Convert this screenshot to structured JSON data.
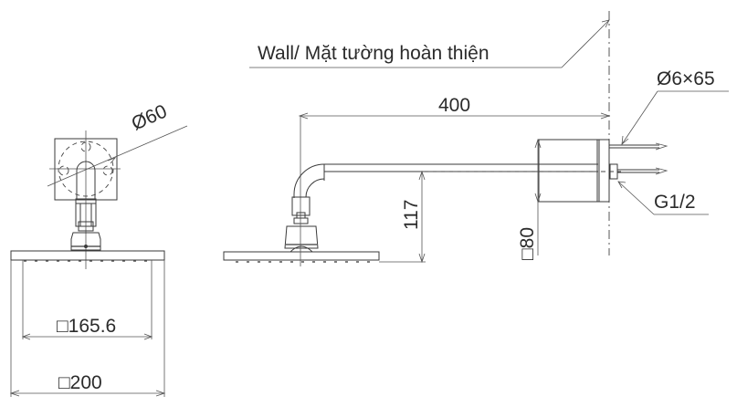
{
  "drawing": {
    "wall_label": "Wall/ Mặt tường hoàn thiện",
    "front_view": {
      "flange_diameter": "Ø60",
      "inner_square": "□165.6",
      "outer_square": "□200"
    },
    "side_view": {
      "arm_length": "400",
      "drop_height": "117",
      "flange_square": "□80",
      "anchor_spec": "Ø6×65",
      "thread_spec": "G1/2"
    }
  },
  "colors": {
    "line": "#3a3a3a",
    "background": "#ffffff"
  }
}
